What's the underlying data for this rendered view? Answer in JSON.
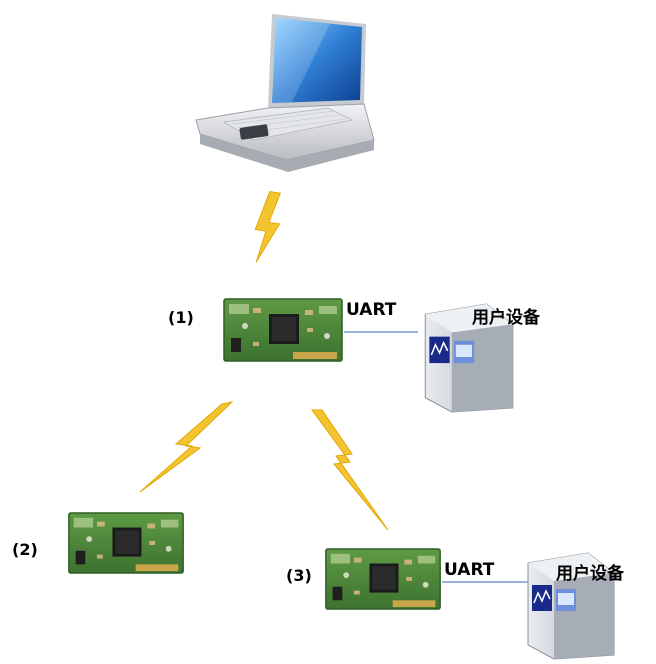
{
  "modules": [
    {
      "id": "1",
      "tag": "(1)",
      "uart_label": "UART",
      "device_label": "用户设备"
    },
    {
      "id": "2",
      "tag": "(2)"
    },
    {
      "id": "3",
      "tag": "(3)",
      "uart_label": "UART",
      "device_label": "用户设备"
    }
  ],
  "colors": {
    "pcb": "#4f8a3a",
    "pcb_dark": "#2f5d24",
    "chip": "#1b1b1b",
    "lightning": "#f4c430",
    "lightning_edge": "#e0a800",
    "uart_line": "#7a9ad0",
    "device_body": "#c7ccd4",
    "laptop_screen": "#2f7fd6",
    "laptop_body": "#d8dadd"
  },
  "icons": [
    "laptop-icon",
    "lightning-icon",
    "rf-module-icon",
    "user-device-icon"
  ]
}
